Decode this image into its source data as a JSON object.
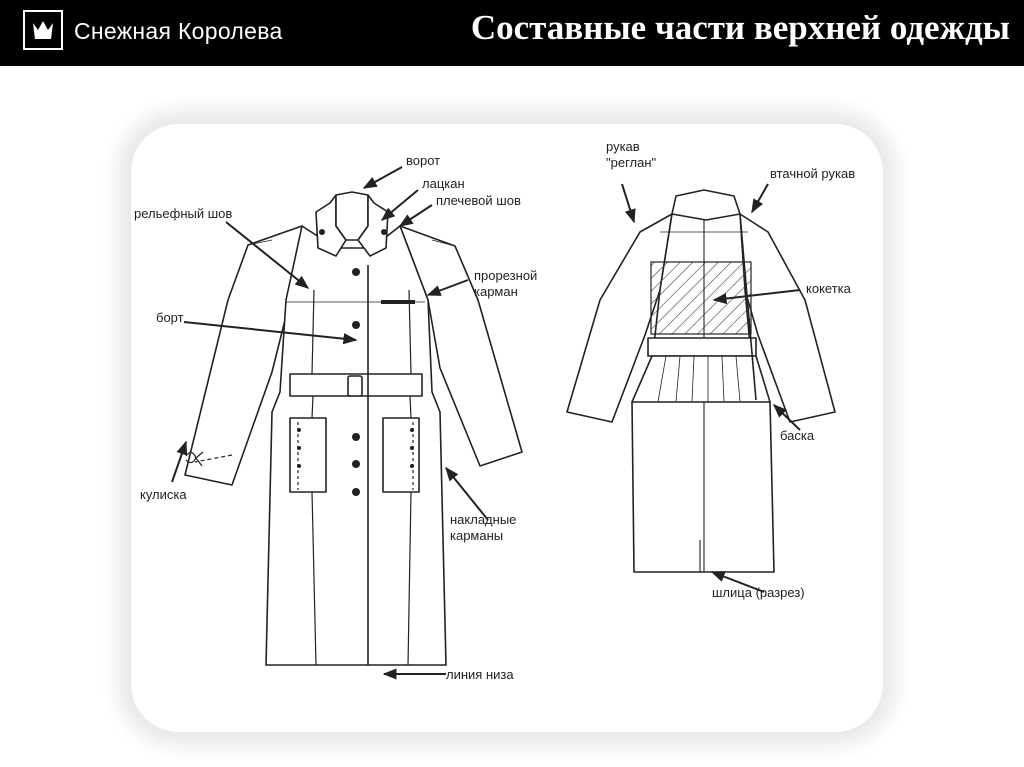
{
  "header": {
    "brand": "Снежная Королева",
    "title": "Составные части верхней одежды",
    "logo_icon": "crown-icon"
  },
  "colors": {
    "header_bg": "#000000",
    "line": "#222222",
    "panel_shadow": "#e9e9e9"
  },
  "labels": {
    "vorot": "ворот",
    "lackan": "лацкан",
    "plechevoy_shov": "плечевой шов",
    "relefny_shov": "рельефный шов",
    "proreznoy_karman": "прорезной\nкарман",
    "bort": "борт",
    "kuliska": "кулиска",
    "nakladnye_karmany": "накладные\nкарманы",
    "liniya_niza": "линия низа",
    "rukav_reglan": "рукав\n\"реглан\"",
    "vtachnoy_rukav": "втачной рукав",
    "koketka": "кокетка",
    "baska": "баска",
    "shlica": "шлица (разрез)"
  }
}
